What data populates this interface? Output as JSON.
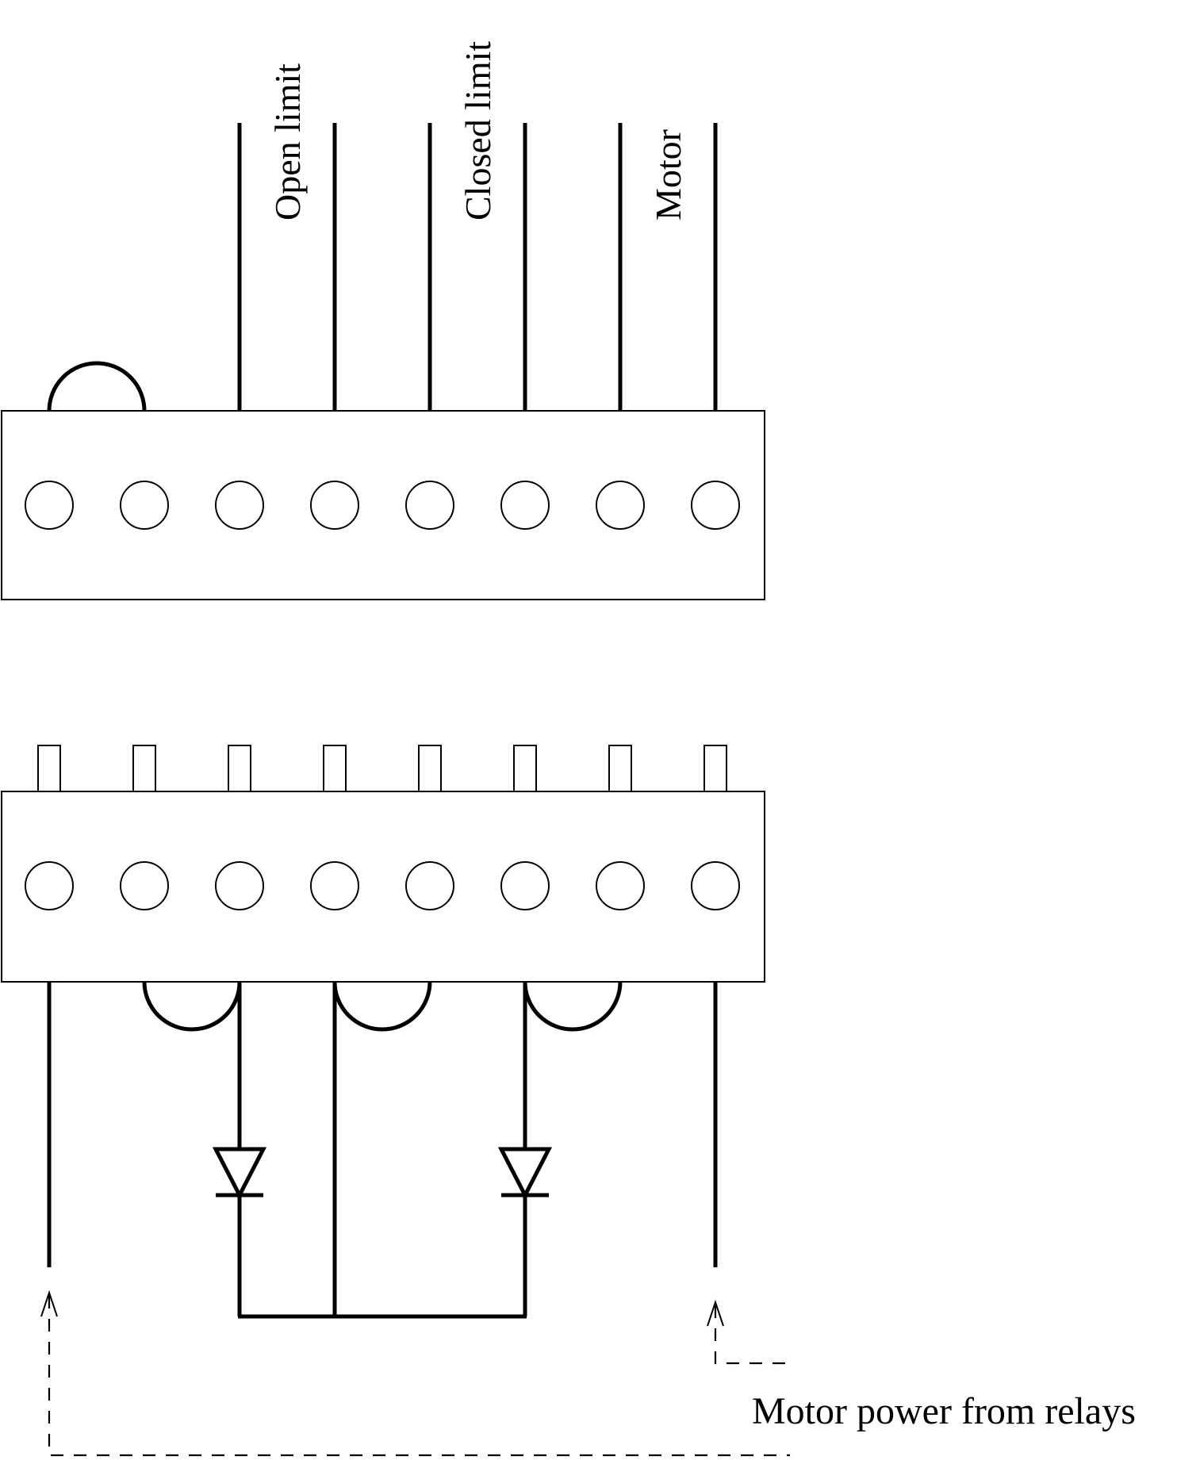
{
  "labels": {
    "open_limit": "Open limit",
    "closed_limit": "Closed limit",
    "motor": "Motor",
    "motor_power": "Motor power from relays"
  },
  "colors": {
    "ink": "#000000",
    "background": "#ffffff"
  }
}
